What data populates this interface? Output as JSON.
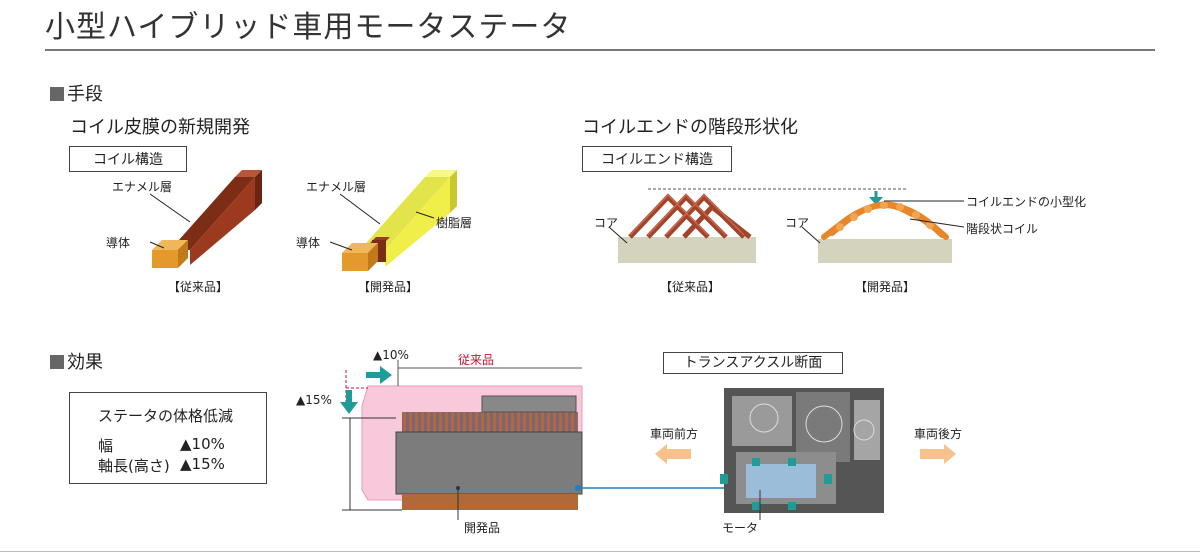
{
  "page": {
    "title": "小型ハイブリッド車用モータステータ"
  },
  "means": {
    "heading": "手段",
    "left": {
      "subtitle": "コイル皮膜の新規開発",
      "box_label": "コイル構造",
      "conventional": {
        "enamel": "エナメル層",
        "conductor": "導体",
        "caption": "【従来品】"
      },
      "developed": {
        "enamel": "エナメル層",
        "resin": "樹脂層",
        "conductor": "導体",
        "caption": "【開発品】"
      }
    },
    "right": {
      "subtitle": "コイルエンドの階段形状化",
      "box_label": "コイルエンド構造",
      "conventional": {
        "core": "コア",
        "caption": "【従来品】"
      },
      "developed": {
        "core": "コア",
        "caption": "【開発品】",
        "miniaturize": "コイルエンドの小型化",
        "stepped": "階段状コイル"
      }
    }
  },
  "effect": {
    "heading": "効果",
    "summary": {
      "title": "ステータの体格低減",
      "rows": [
        {
          "label": "幅",
          "value": "▲10%"
        },
        {
          "label": "軸長(高さ)",
          "value": "▲15%"
        }
      ]
    },
    "stator": {
      "width_reduction": "▲10%",
      "height_reduction": "▲15%",
      "conventional_label": "従来品",
      "developed_label": "開発品"
    },
    "transaxle": {
      "box_label": "トランスアクスル断面",
      "front": "車両前方",
      "rear": "車両後方",
      "motor": "モータ"
    }
  },
  "colors": {
    "copper": "#9b3a1f",
    "conductor": "#e39a2a",
    "resin": "#f0ef4a",
    "coil_conv": "#a0442c",
    "coil_dev": "#e8862a",
    "core": "#d4d3be",
    "teal": "#1f9c98",
    "pink": "#f7c9da",
    "arrow_orange": "#f6c18a",
    "red_dash": "#c8102e"
  }
}
